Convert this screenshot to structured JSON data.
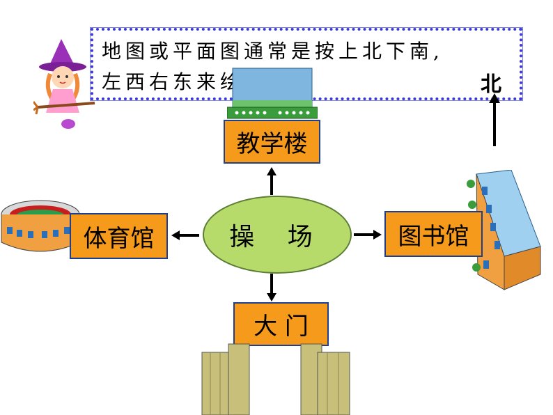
{
  "note": {
    "line1": "地图或平面图通常是按上北下南,",
    "line2": "左西右东来绘制的。"
  },
  "compass": {
    "north_label": "北"
  },
  "diagram": {
    "center": "操 场",
    "top": "教学楼",
    "left": "体育馆",
    "right": "图书馆",
    "bottom": "大 门"
  }
}
